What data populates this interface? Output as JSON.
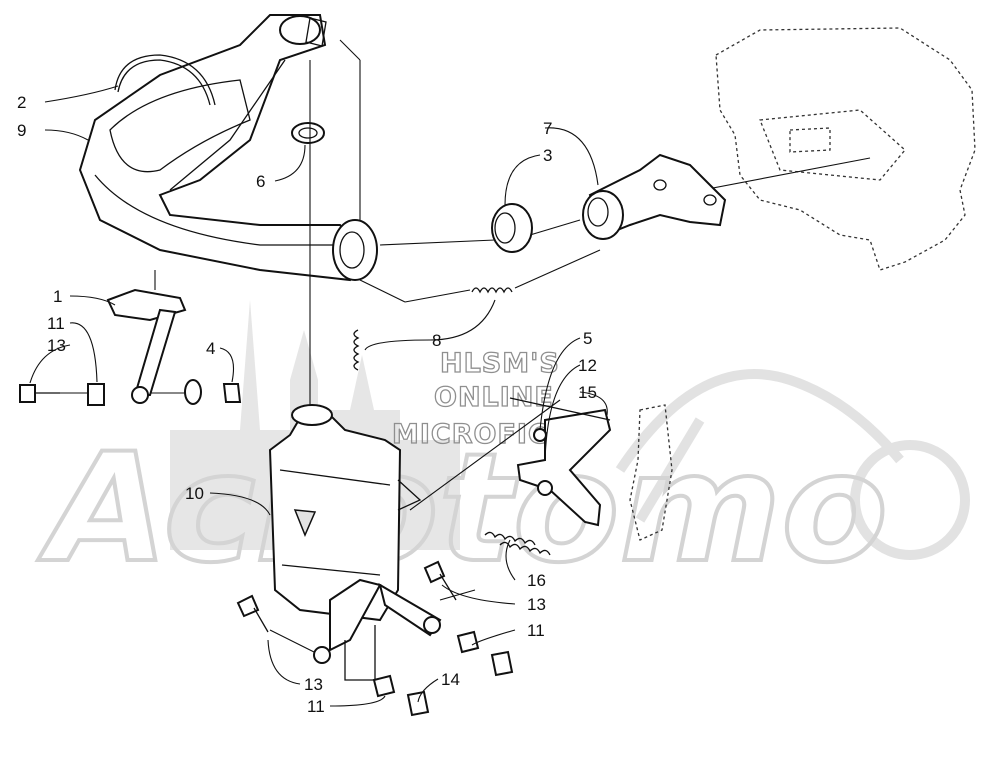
{
  "watermark": {
    "brand": "Acrotomo",
    "lines": [
      "HLSM'S",
      "ONLINE",
      "MICROFICHE"
    ]
  },
  "callouts": {
    "c1": "1",
    "c2": "2",
    "c3": "3",
    "c4": "4",
    "c5": "5",
    "c6": "6",
    "c7": "7",
    "c8": "8",
    "c9": "9",
    "c10": "10",
    "c11a": "11",
    "c11b": "11",
    "c11c": "11",
    "c12": "12",
    "c13a": "13",
    "c13b": "13",
    "c13c": "13",
    "c14": "14",
    "c15": "15",
    "c16": "16"
  }
}
